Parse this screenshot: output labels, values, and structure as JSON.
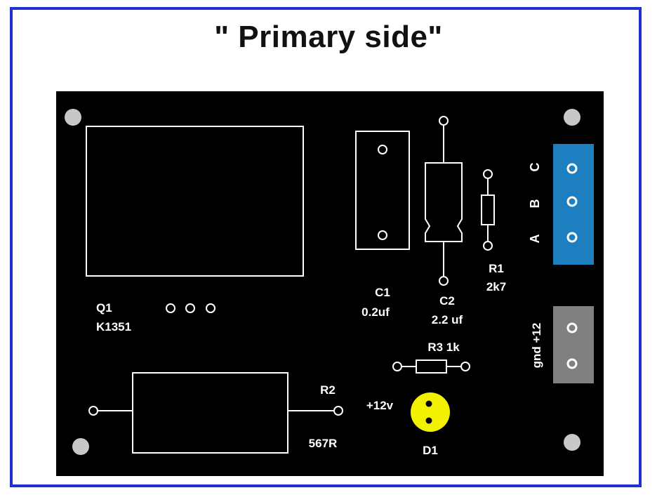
{
  "title": "\" Primary side\"",
  "colors": {
    "frame": "#1f2fd0",
    "board": "#000000",
    "silkscreen": "#ffffff",
    "mount_hole": "#c8c8c8",
    "connector_abc": "#1e7fc0",
    "connector_power": "#808080",
    "led": "#f2f200"
  },
  "components": {
    "q1": {
      "ref": "Q1",
      "value": "K1351"
    },
    "c1": {
      "ref": "C1",
      "value": "0.2uf"
    },
    "c2": {
      "ref": "C2",
      "value": "2.2 uf"
    },
    "r1": {
      "ref": "R1",
      "value": "2k7"
    },
    "r2": {
      "ref": "R2",
      "value": "567R"
    },
    "r3": {
      "label": "R3 1k"
    },
    "d1": {
      "ref": "D1"
    },
    "supply": {
      "label": "+12v"
    }
  },
  "connectors": {
    "abc": {
      "pins": [
        "C",
        "B",
        "A"
      ]
    },
    "power": {
      "label": "gnd +12"
    }
  }
}
